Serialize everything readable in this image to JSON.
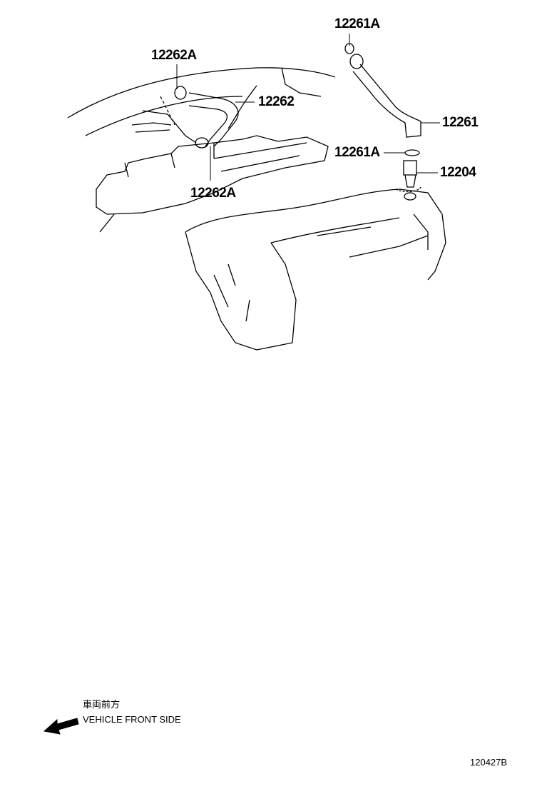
{
  "callouts": [
    {
      "part_number": "12261A"
    },
    {
      "part_number": "12262A"
    },
    {
      "part_number": "12262"
    },
    {
      "part_number": "12261"
    },
    {
      "part_number": "12261A"
    },
    {
      "part_number": "12204"
    },
    {
      "part_number": "12262A"
    }
  ],
  "direction_note": {
    "japanese": "車両前方",
    "english": "VEHICLE FRONT SIDE",
    "arrow_icon": "arrow-left-down-icon"
  },
  "diagram_code": "120427B"
}
